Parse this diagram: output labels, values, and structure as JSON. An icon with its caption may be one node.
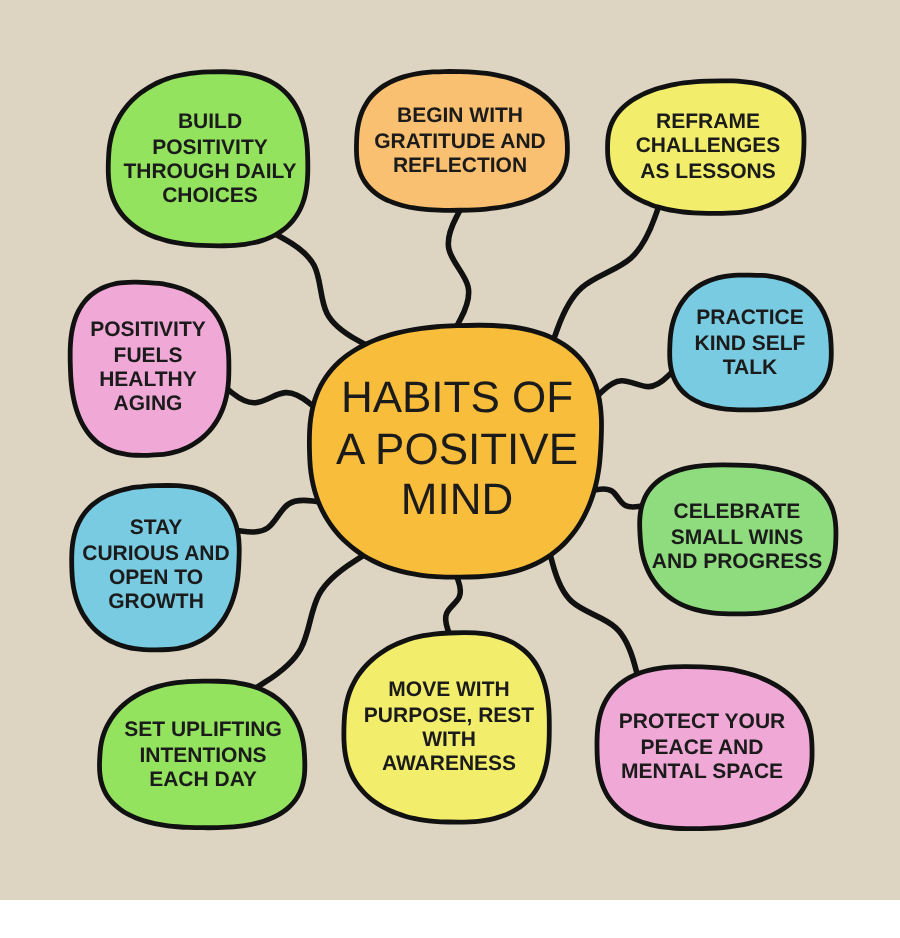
{
  "diagram": {
    "nodes": [
      {
        "text": [
          "HABITS OF A POSITIVE MIND"
        ]
      },
      {
        "text": [
          "BUILD POSITIVITY THROUGH DAILY CHOICES"
        ]
      },
      {
        "text": [
          "BEGIN WITH GRATITUDE AND REFLECTION"
        ]
      },
      {
        "text": [
          "REFRAME CHALLENGES AS LESSONS"
        ]
      },
      {
        "text": [
          "POSITIVITY FUELS HEALTHY AGING"
        ]
      },
      {
        "text": [
          "PRACTICE KIND SELF TALK"
        ]
      },
      {
        "text": [
          "STAY CURIOUS AND OPEN TO GROWTH"
        ]
      },
      {
        "text": [
          "CELEBRATE SMALL WINS AND PROGRESS"
        ]
      },
      {
        "text": [
          "SET UPLIFTING INTENTIONS EACH DAY"
        ]
      },
      {
        "text": [
          "MOVE WITH PURPOSE, REST WITH AWARENESS"
        ]
      },
      {
        "text": [
          "PROTECT YOUR PEACE AND MENTAL SPACE"
        ]
      }
    ],
    "edges": [
      {
        "from": 0,
        "to": 1,
        "arrow": "none"
      },
      {
        "from": 0,
        "to": 2,
        "arrow": "none"
      },
      {
        "from": 0,
        "to": 3,
        "arrow": "none"
      },
      {
        "from": 0,
        "to": 4,
        "arrow": "none"
      },
      {
        "from": 0,
        "to": 5,
        "arrow": "none"
      },
      {
        "from": 0,
        "to": 6,
        "arrow": "none"
      },
      {
        "from": 0,
        "to": 7,
        "arrow": "none"
      },
      {
        "from": 0,
        "to": 8,
        "arrow": "none"
      },
      {
        "from": 0,
        "to": 9,
        "arrow": "none"
      },
      {
        "from": 0,
        "to": 10,
        "arrow": "none"
      }
    ]
  }
}
